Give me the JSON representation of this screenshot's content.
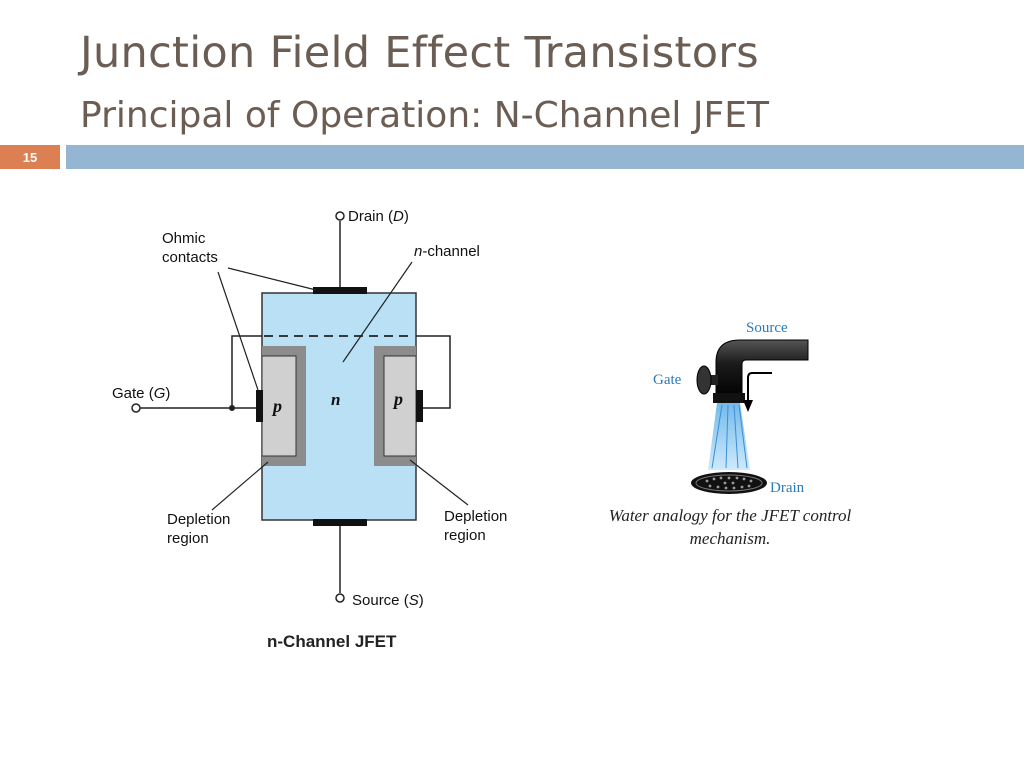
{
  "slide": {
    "title": "Junction Field Effect Transistors",
    "subtitle": "Principal of Operation: N-Channel JFET",
    "number": "15"
  },
  "jfet_diagram": {
    "drain_label": "Drain",
    "drain_symbol": "D",
    "source_label": "Source",
    "source_symbol": "S",
    "gate_label": "Gate",
    "gate_symbol": "G",
    "ohmic_line1": "Ohmic",
    "ohmic_line2": "contacts",
    "n_channel_label": "-channel",
    "n_channel_prefix": "n",
    "p_label": "p",
    "n_label": "n",
    "depletion_line1": "Depletion",
    "depletion_line2": "region",
    "caption": "n-Channel JFET"
  },
  "water_analogy": {
    "source_label": "Source",
    "gate_label": "Gate",
    "drain_label": "Drain",
    "caption_line1": "Water analogy for the JFET control",
    "caption_line2": "mechanism."
  },
  "colors": {
    "title_text": "#6b5d53",
    "accent_orange": "#dc7f52",
    "accent_blue": "#94b6d2",
    "channel_blue": "#b9e0f4",
    "water_label_blue": "#2a7ab8"
  }
}
